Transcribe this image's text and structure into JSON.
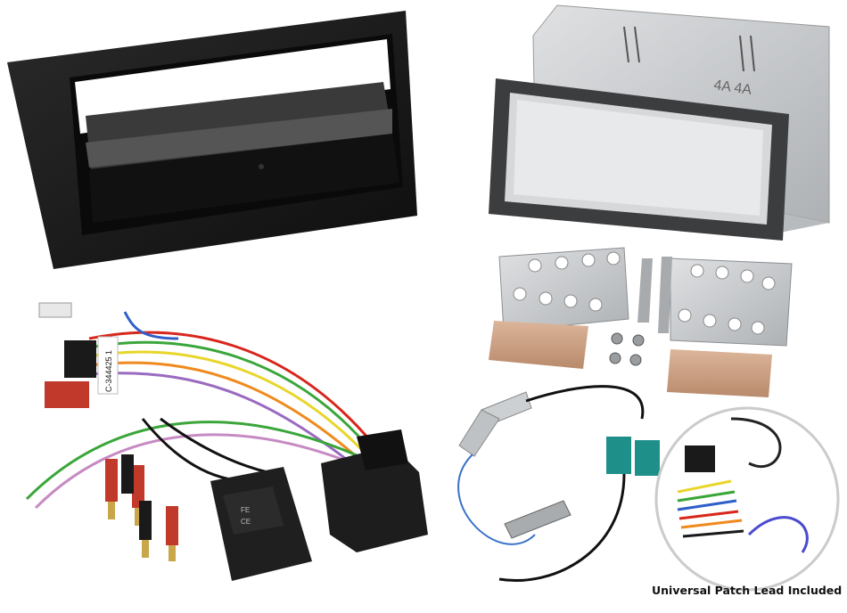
{
  "product_image": {
    "components": [
      "single-din-fascia",
      "double-din-frame",
      "mounting-cage",
      "side-brackets",
      "screws",
      "wiring-harness",
      "steering-control-interface",
      "antenna-adapter",
      "patch-lead"
    ],
    "harness_label": "C-344425 1",
    "interface_box_lines": [
      "FE",
      "CE"
    ],
    "caption": "Universal Patch Lead Included",
    "colors": {
      "fascia": "#1a1a1a",
      "metal": "#c8cacc",
      "copper": "#c9a085",
      "wire_red": "#d8261c",
      "wire_green": "#3aa63a",
      "wire_blue": "#2f5fc8",
      "wire_yellow": "#e8d62a",
      "wire_orange": "#f08a1e",
      "wire_purple": "#9a6ac0"
    }
  }
}
